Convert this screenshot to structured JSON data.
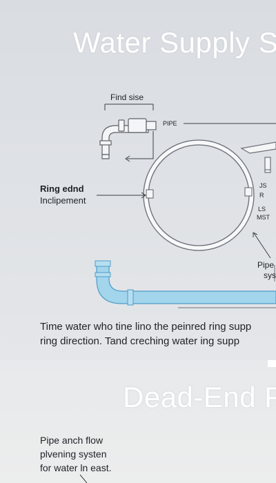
{
  "top_section": {
    "title": "Water Supply S",
    "label_find_side": "Find sise",
    "label_pipe": "PIPE",
    "label_ring_1": "Ring ednd",
    "label_ring_2": "Inclipement",
    "label_right_1": "JS",
    "label_right_2": "R",
    "label_right_3": "LS",
    "label_right_4": "MST",
    "label_pipe_sys_1": "Pipe",
    "label_pipe_sys_2": "sys",
    "caption_line_1": "Time water who tine lino the peinred ring supp",
    "caption_line_2": "ring direction. Tand creching water ing supp"
  },
  "bottom_section": {
    "title": "Dead-End F",
    "text_line_1": "Pipe anch flow",
    "text_line_2": "plvening systen",
    "text_line_3": "for water ln east."
  },
  "colors": {
    "background_top": "#dcdfe3",
    "background_bottom": "#eaebec",
    "pipe_stroke": "#6b7078",
    "pipe_fill": "#f4f5f6",
    "blue_pipe": "#9fd3ec",
    "blue_pipe_stroke": "#4d9cc7",
    "title_color": "#ffffff"
  }
}
